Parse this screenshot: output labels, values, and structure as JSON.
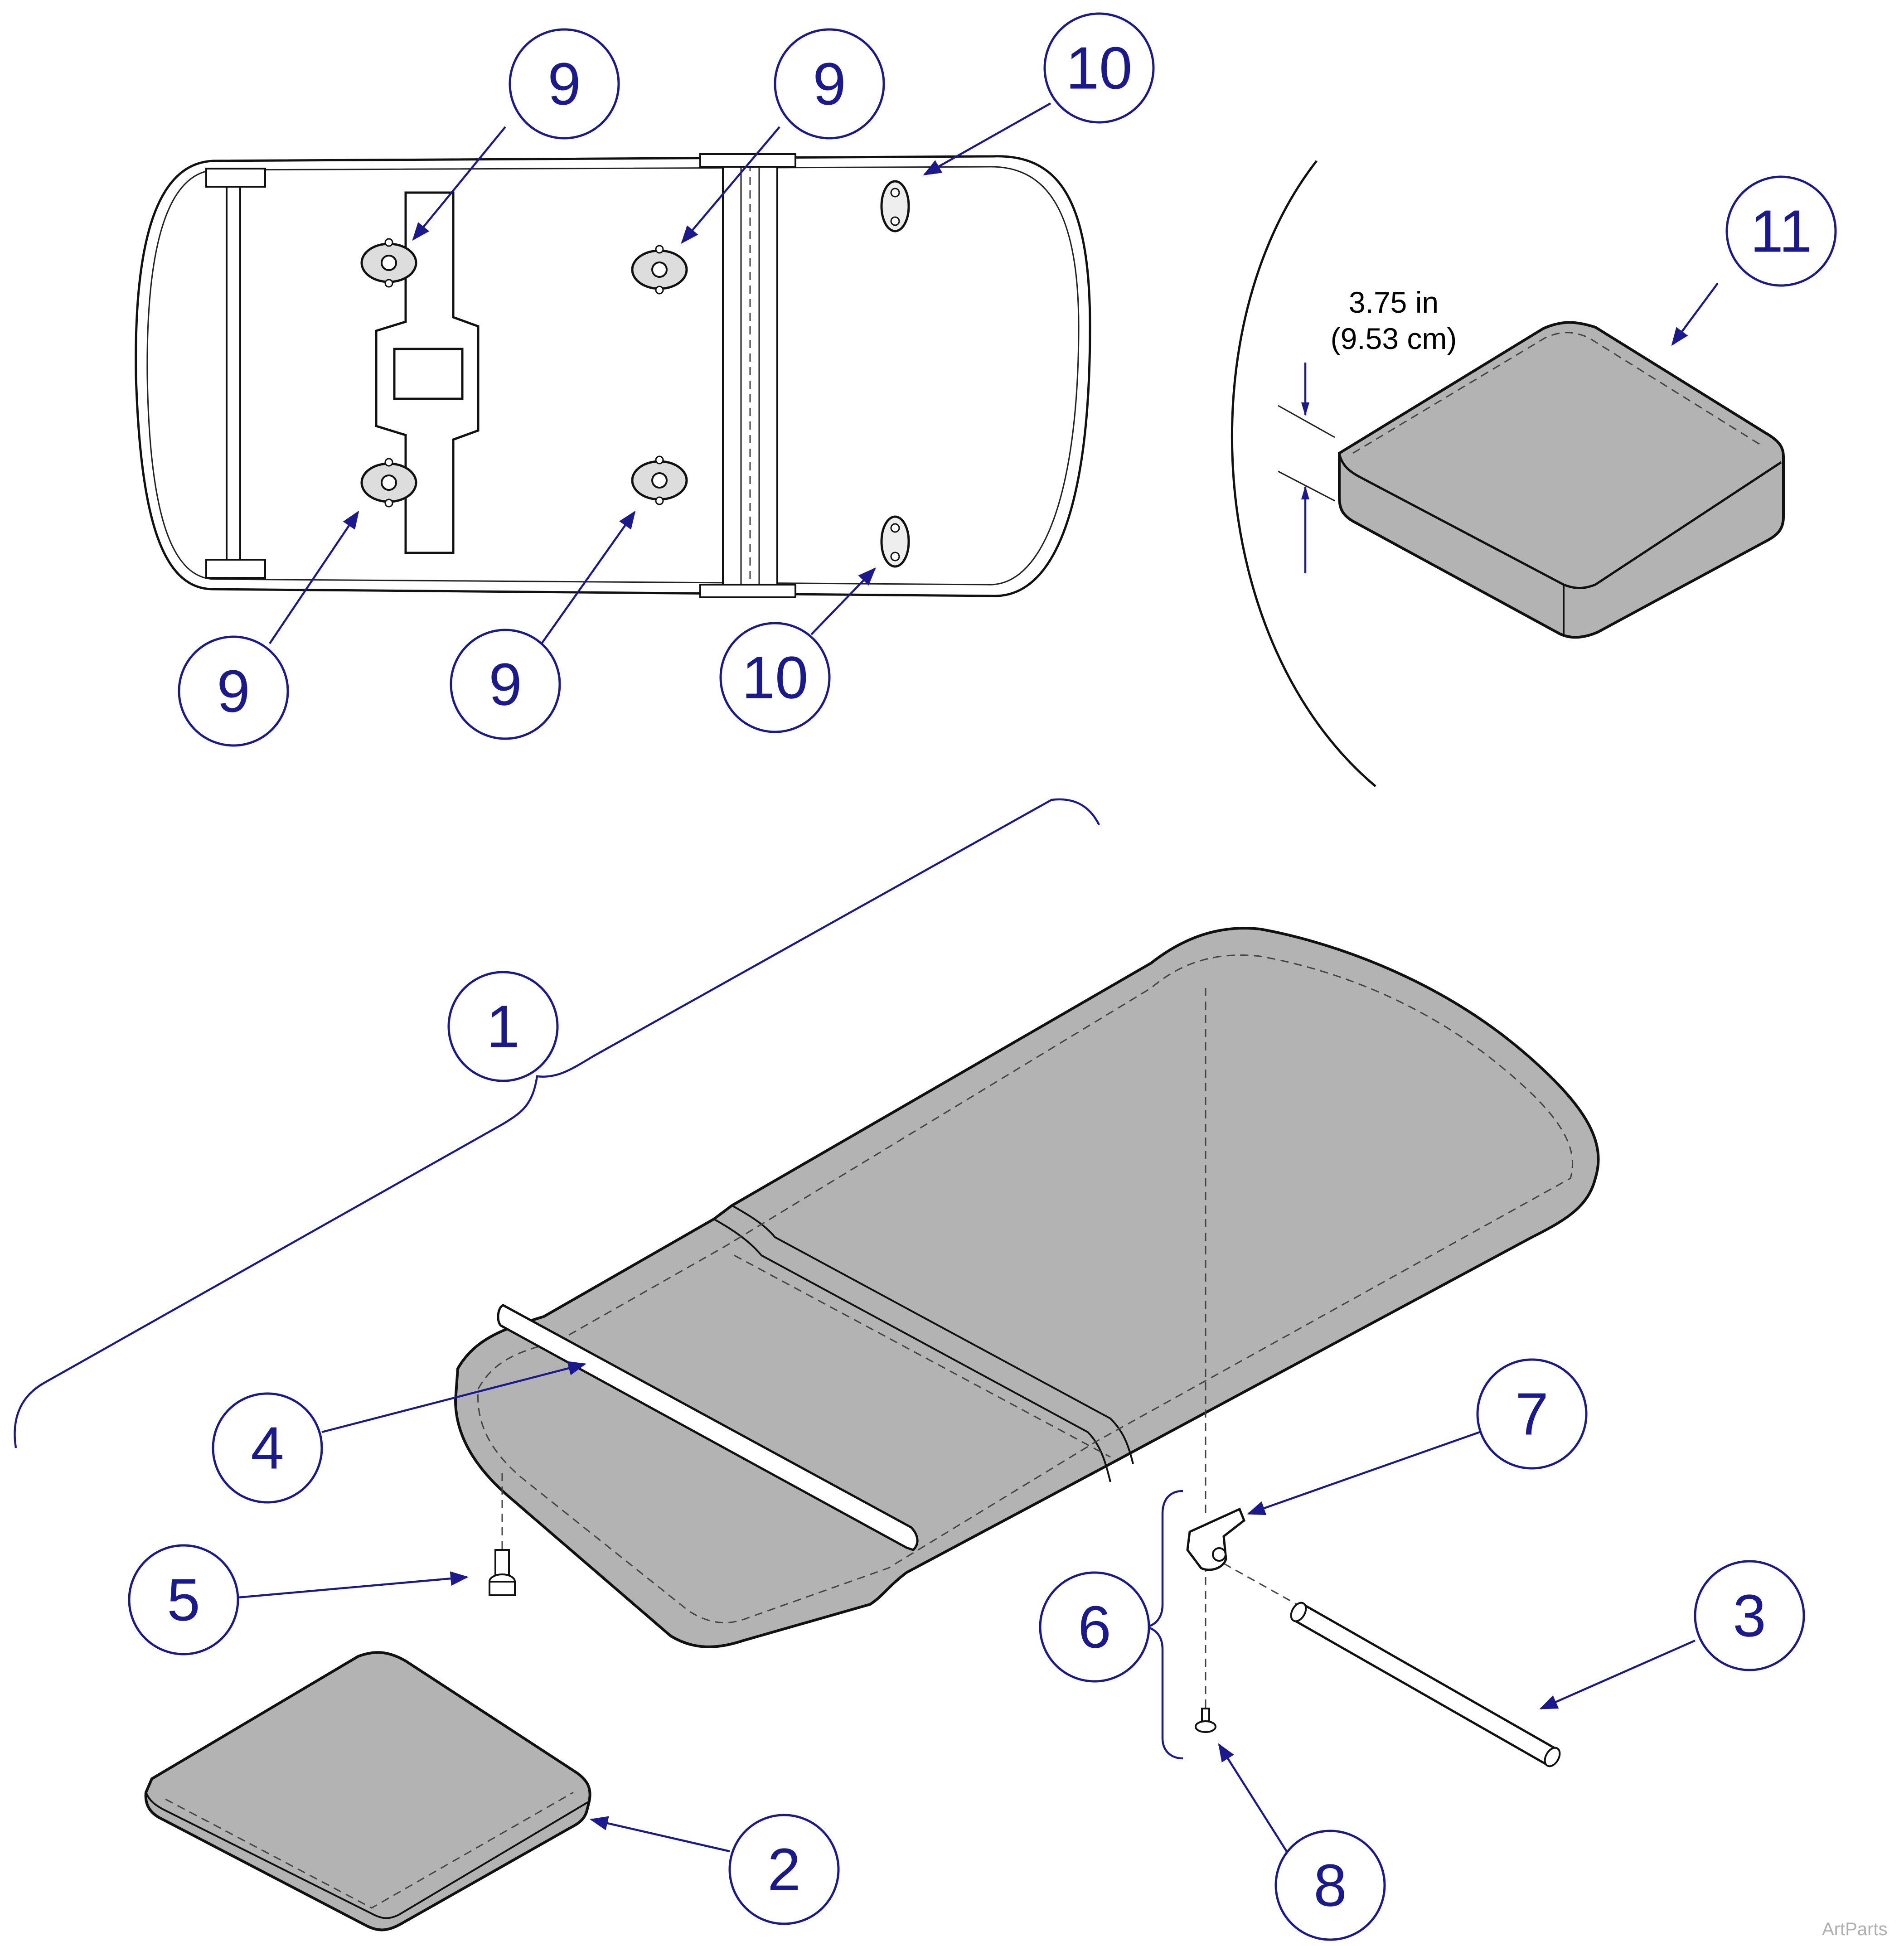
{
  "dimension": {
    "inches": "3.75 in",
    "centimeters": "(9.53 cm)"
  },
  "watermark": "ArtParts",
  "callouts": {
    "c1": "1",
    "c2": "2",
    "c3": "3",
    "c4": "4",
    "c5": "5",
    "c6": "6",
    "c7": "7",
    "c8": "8",
    "c9a": "9",
    "c9b": "9",
    "c9c": "9",
    "c9d": "9",
    "c10a": "10",
    "c10b": "10",
    "c11": "11"
  },
  "colors": {
    "callout": "#1a1a8c",
    "cushion_fill": "#b3b3b3",
    "outline": "#111111"
  }
}
